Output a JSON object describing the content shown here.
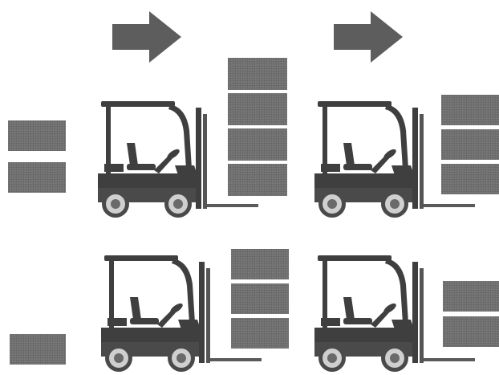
{
  "colors": {
    "background": "#ffffff",
    "ink": "#3f3f3f",
    "box_fill": "#6f6f6f",
    "box_line": "#9a9a9a",
    "arrow": "#5d5d5d",
    "wheel_outer": "#4a4a4a",
    "wheel_inner": "#cfcfcf",
    "hub": "#6a6a6a"
  },
  "icons": {
    "arrow": "right-arrow-icon",
    "forklift": "forklift-icon",
    "box": "pallet-box-icon"
  },
  "rows": [
    {
      "name": "top-row",
      "standalone_boxes": 2,
      "forklifts": [
        {
          "name": "forklift-left",
          "load_boxes": 4
        },
        {
          "name": "forklift-right",
          "load_boxes": 3
        }
      ]
    },
    {
      "name": "bottom-row",
      "standalone_boxes": 1,
      "forklifts": [
        {
          "name": "forklift-left",
          "load_boxes": 3
        },
        {
          "name": "forklift-right",
          "load_boxes": 2
        }
      ]
    }
  ]
}
